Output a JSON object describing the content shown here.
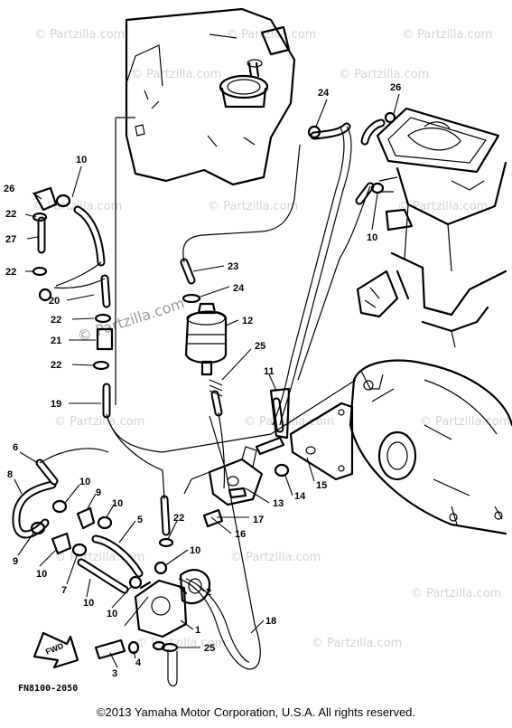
{
  "watermarks": [
    "© Partzilla.com",
    "© Partzilla.com",
    "© Partzilla.com",
    "© Partzilla.com",
    "© Partzilla.com",
    "© Partzilla.com",
    "© Partzilla.com",
    "© Partzilla.com",
    "© Partzilla.com",
    "© Partzilla.com",
    "© Partzilla.com",
    "© Partzilla.com",
    "© Partzilla.com",
    "© Partzilla.com",
    "© Partzilla.com",
    "© Partzilla.com"
  ],
  "watermark_center": "© Partzilla.com",
  "callouts": [
    {
      "label": "24"
    },
    {
      "label": "26"
    },
    {
      "label": "10"
    },
    {
      "label": "10"
    },
    {
      "label": "26"
    },
    {
      "label": "22"
    },
    {
      "label": "27"
    },
    {
      "label": "22"
    },
    {
      "label": "20"
    },
    {
      "label": "22"
    },
    {
      "label": "21"
    },
    {
      "label": "22"
    },
    {
      "label": "19"
    },
    {
      "label": "23"
    },
    {
      "label": "24"
    },
    {
      "label": "12"
    },
    {
      "label": "25"
    },
    {
      "label": "11"
    },
    {
      "label": "6"
    },
    {
      "label": "8"
    },
    {
      "label": "10"
    },
    {
      "label": "9"
    },
    {
      "label": "10"
    },
    {
      "label": "5"
    },
    {
      "label": "22"
    },
    {
      "label": "10"
    },
    {
      "label": "9"
    },
    {
      "label": "10"
    },
    {
      "label": "7"
    },
    {
      "label": "10"
    },
    {
      "label": "10"
    },
    {
      "label": "13"
    },
    {
      "label": "14"
    },
    {
      "label": "15"
    },
    {
      "label": "17"
    },
    {
      "label": "16"
    },
    {
      "label": "2"
    },
    {
      "label": "1"
    },
    {
      "label": "18"
    },
    {
      "label": "3"
    },
    {
      "label": "4"
    },
    {
      "label": "25"
    }
  ],
  "fwd_label": "FWD",
  "drawing_code": "FN8100-2050",
  "copyright": "©2013 Yamaha Motor Corporation, U.S.A. All rights reserved."
}
